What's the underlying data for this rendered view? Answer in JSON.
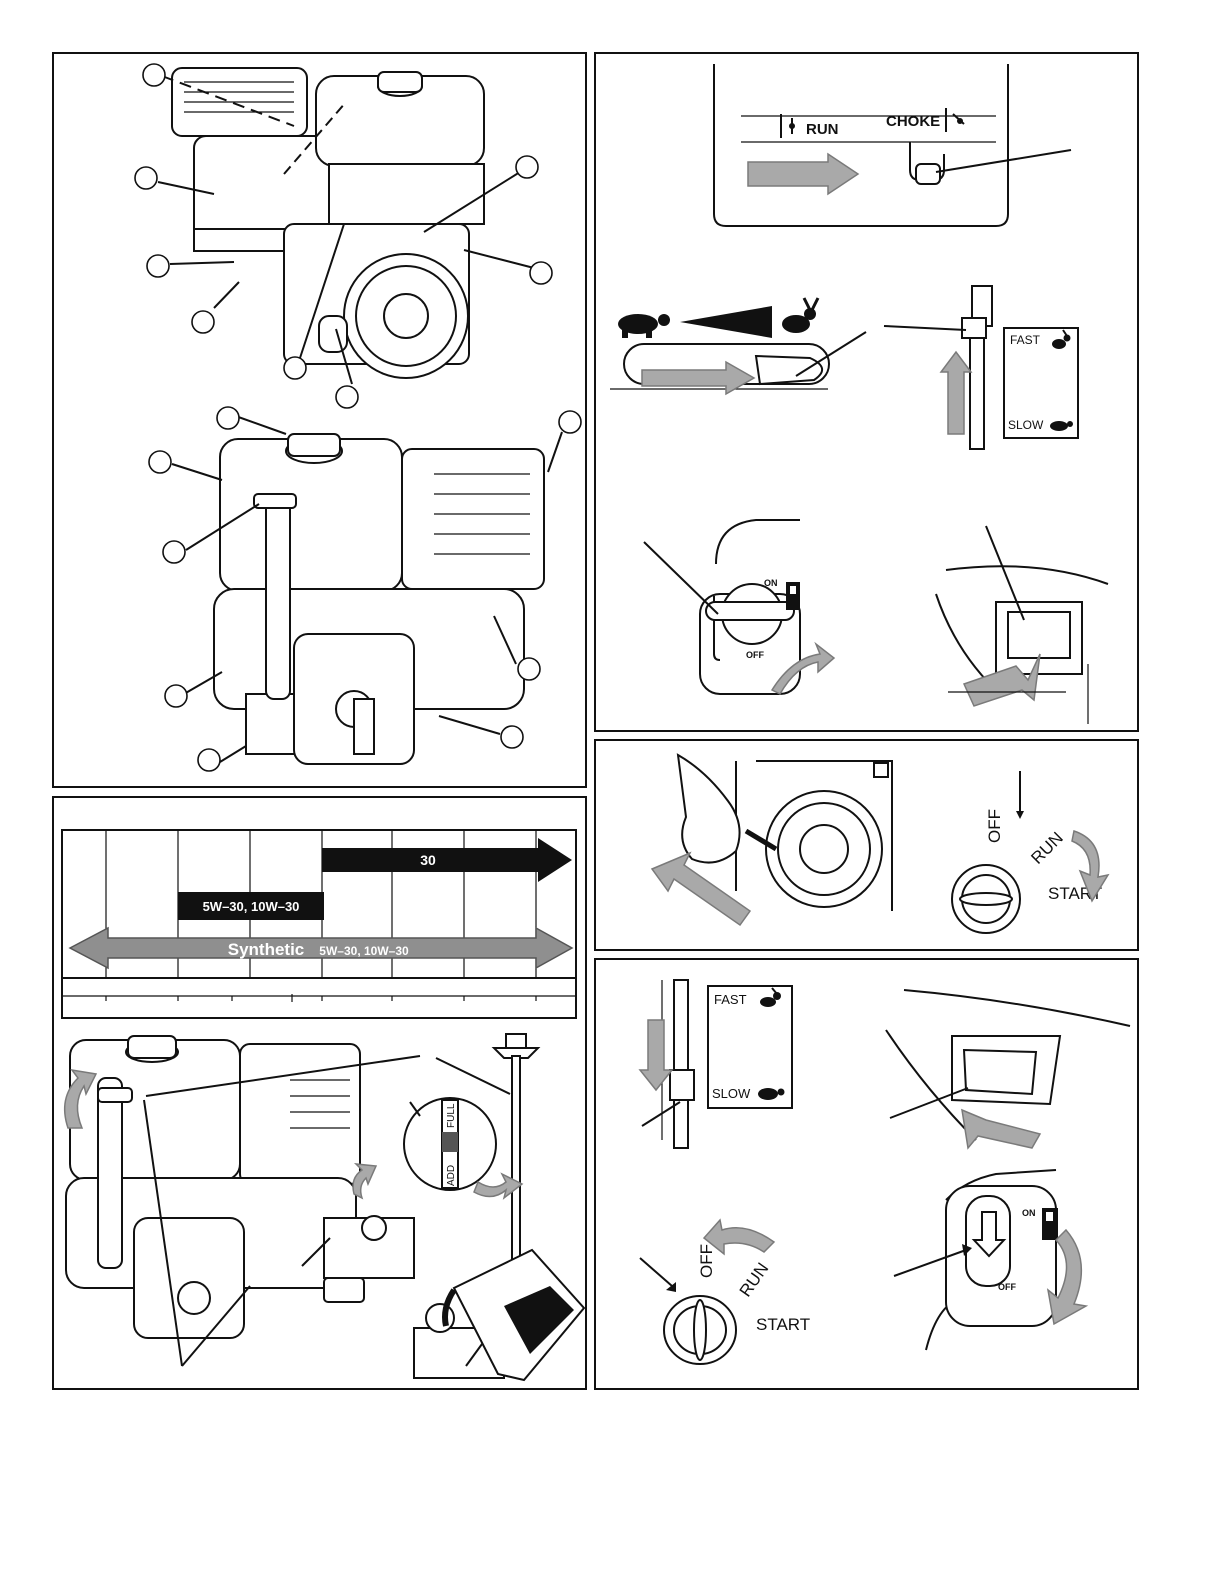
{
  "choke_panel": {
    "run_label": "RUN",
    "choke_label": "CHOKE"
  },
  "throttle_panel": {
    "fast_label": "FAST",
    "slow_label": "SLOW"
  },
  "fuel_valve_panel": {
    "on_label": "ON",
    "off_label": "OFF"
  },
  "key_switch_panel": {
    "off_label": "OFF",
    "run_label": "RUN",
    "start_label": "START"
  },
  "oil_chart": {
    "bar_30": "30",
    "bar_5w30": "5W–30,  10W–30",
    "bar_synthetic": "Synthetic",
    "bar_synthetic_grades": "5W–30,  10W–30"
  },
  "dipstick": {
    "full_label": "FULL",
    "add_label": "ADD"
  },
  "stop_panel": {
    "fast_label": "FAST",
    "slow_label": "SLOW",
    "off_label": "OFF",
    "run_label": "RUN",
    "start_label": "START",
    "on_label": "ON",
    "valve_off_label": "OFF"
  },
  "icons": {
    "turtle": "turtle-icon",
    "rabbit": "rabbit-icon",
    "fuel_pump": "fuel-pump-icon"
  }
}
